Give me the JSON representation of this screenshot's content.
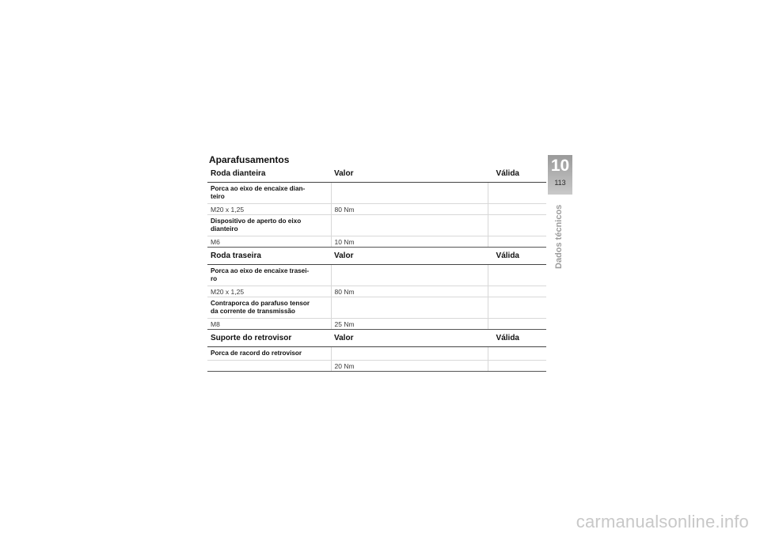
{
  "section_title": "Aparafusamentos",
  "chapter": {
    "number": "10",
    "page": "113",
    "title": "Dados técnicos"
  },
  "watermark": "carmanualsonline.info",
  "groups": [
    {
      "heading": "Roda dianteira",
      "col_value": "Valor",
      "col_valid": "Válida",
      "rows": [
        {
          "name_l1": "Porca ao eixo de encaixe dian-",
          "name_l2": "teiro",
          "spec": "M20 x 1,25",
          "value": "80 Nm",
          "valid": ""
        },
        {
          "name_l1": "Dispositivo de aperto do eixo",
          "name_l2": "dianteiro",
          "spec": "M6",
          "value": "10 Nm",
          "valid": ""
        }
      ]
    },
    {
      "heading": "Roda traseira",
      "col_value": "Valor",
      "col_valid": "Válida",
      "rows": [
        {
          "name_l1": "Porca ao eixo de encaixe trasei-",
          "name_l2": "ro",
          "spec": "M20 x 1,25",
          "value": "80 Nm",
          "valid": ""
        },
        {
          "name_l1": "Contraporca do parafuso tensor",
          "name_l2": "da corrente de transmissão",
          "spec": "M8",
          "value": "25 Nm",
          "valid": ""
        }
      ]
    },
    {
      "heading": "Suporte do retrovisor",
      "col_value": "Valor",
      "col_valid": "Válida",
      "rows": [
        {
          "name_l1": "Porca de racord do retrovisor",
          "name_l2": "",
          "spec": "",
          "value": "20 Nm",
          "valid": ""
        }
      ]
    }
  ]
}
